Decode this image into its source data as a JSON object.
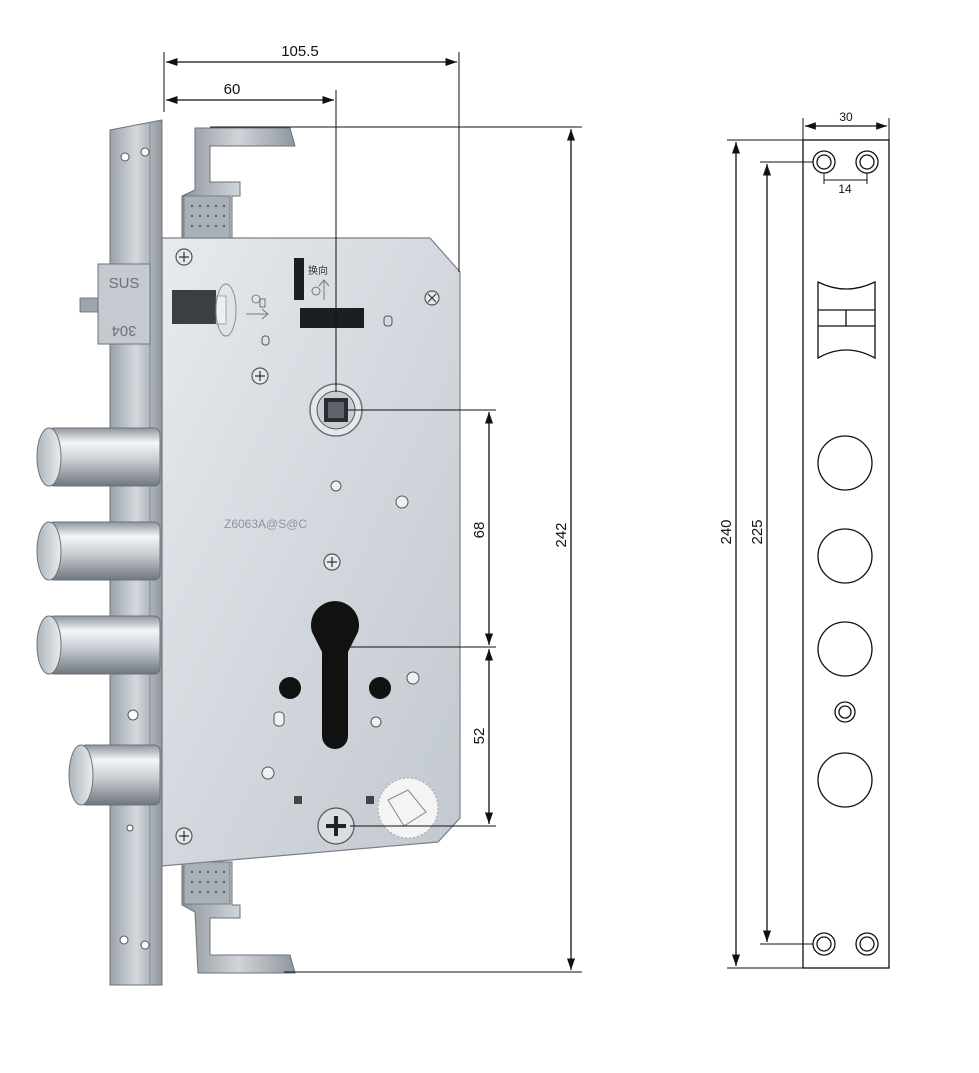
{
  "dimensions": {
    "overall_width": "105.5",
    "spindle_offset": "60",
    "overall_height": "242",
    "spindle_to_cylinder": "68",
    "cylinder_to_screw": "52",
    "faceplate_width": "30",
    "faceplate_hole_spacing": "14",
    "faceplate_length": "240",
    "faceplate_screw_spacing": "225"
  },
  "case_markings": {
    "model_text": "Z6063A@S@C",
    "faceplate_text_top": "SUS",
    "faceplate_text_bottom": "304",
    "handing_label": "换向"
  },
  "colors": {
    "line": "#111111",
    "steel_light": "#dfe3e8",
    "steel_mid": "#b9bfc6",
    "steel_dark": "#8c939b",
    "hole": "#111111"
  }
}
